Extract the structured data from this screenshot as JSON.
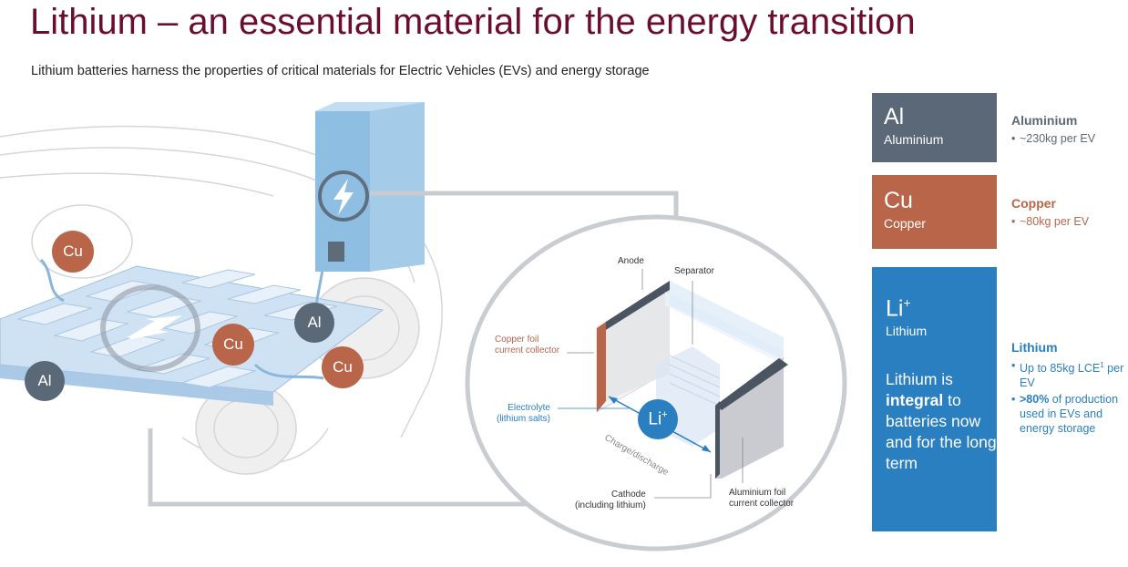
{
  "title": "Lithium – an essential material for the energy transition",
  "subtitle": "Lithium batteries harness the properties of critical materials for Electric Vehicles (EVs) and energy storage",
  "colors": {
    "title": "#6b0e2e",
    "aluminium": "#5b6877",
    "copper": "#b9654a",
    "lithium": "#2a7fc1"
  },
  "car": {
    "markers": [
      "Cu",
      "Cu",
      "Cu",
      "Al",
      "Al"
    ],
    "icons": [
      "lightning-icon"
    ]
  },
  "cell": {
    "labels": {
      "anode": "Anode",
      "separator": "Separator",
      "copper_foil": "Copper foil\ncurrent collector",
      "electrolyte": "Electrolyte\n(lithium salts)",
      "charge": "Charge/discharge",
      "li_symbol": "Li",
      "li_sup": "+",
      "cathode": "Cathode\n(including lithium)",
      "aluminium_foil": "Aluminium foil\ncurrent collector"
    }
  },
  "materials": {
    "aluminium": {
      "symbol": "Al",
      "name": "Aluminium",
      "heading": "Aluminium",
      "bullets": [
        "~230kg per EV"
      ]
    },
    "copper": {
      "symbol": "Cu",
      "name": "Copper",
      "heading": "Copper",
      "bullets": [
        "~80kg per EV"
      ]
    },
    "lithium": {
      "symbol": "Li",
      "sup": "+",
      "name": "Lithium",
      "statement_pre": "Lithium is ",
      "statement_bold": "integral",
      "statement_post": " to batteries now and for the long term",
      "heading": "Lithium",
      "bullet1": "Up to 85kg LCE",
      "bullet1_sup": "1",
      "bullet1_post": " per EV",
      "bullet2_bold": ">80%",
      "bullet2_post": " of production used in EVs and energy storage"
    }
  }
}
